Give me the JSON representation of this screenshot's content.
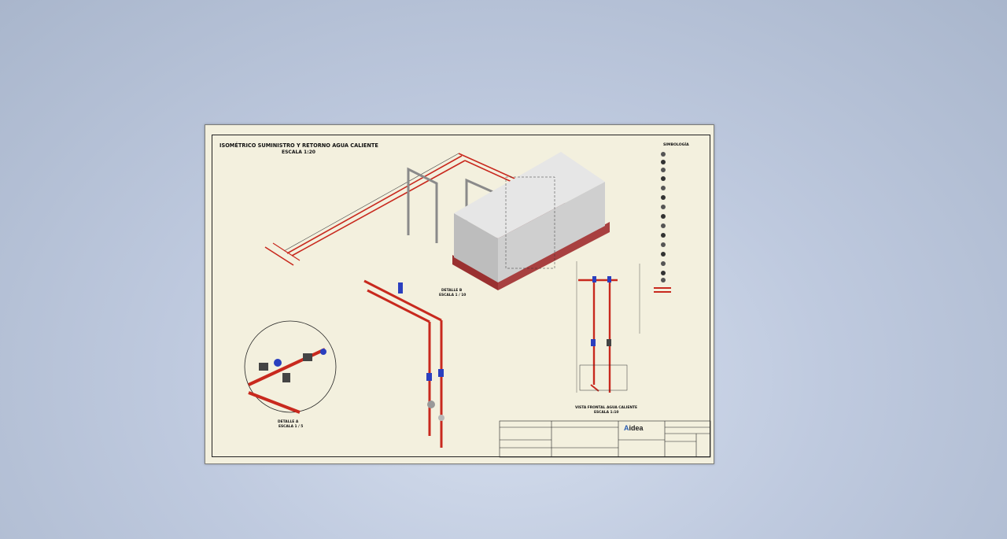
{
  "drawing": {
    "title": "ISOMÉTRICO SUMINISTRO Y RETORNO AGUA CALIENTE",
    "scale": "ESCALA 1:20"
  },
  "symbology": {
    "title": "SIMBOLOGÍA"
  },
  "detail_b": {
    "name": "DETALLE B",
    "scale": "ESCALA 1 / 10"
  },
  "detail_a": {
    "name": "DETALLE A",
    "scale": "ESCALA 1 / 5"
  },
  "front_view": {
    "name": "VISTA FRONTAL AGUA CALIENTE",
    "scale": "ESCALA 1:10"
  },
  "title_block": {
    "logo_letter": "A",
    "logo_rest": "idea"
  },
  "colors": {
    "pipe": "#c8291e",
    "valve": "#2a3fbf",
    "tank": "#cfcfcf",
    "base": "#9a3030",
    "paper": "#f3f0de"
  }
}
